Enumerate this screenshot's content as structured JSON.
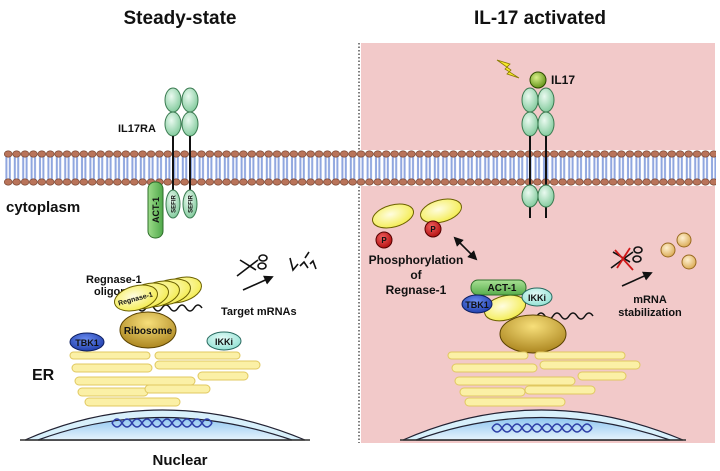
{
  "panels": {
    "left": {
      "title": "Steady-state",
      "receptor_label": "IL17RA",
      "act1_label": "ACT-1",
      "sefir_label": "SEFIR",
      "cytoplasm_label": "cytoplasm",
      "oligomer_label_line1": "Regnase-1",
      "oligomer_label_line2": "oligomer",
      "regnase_label": "Regnase-1",
      "ribosome_label": "Ribosome",
      "target_mrna_label": "Target mRNAs",
      "tbk1_label": "TBK1",
      "ikki_label": "IKKi",
      "er_label": "ER",
      "nuclear_label": "Nuclear"
    },
    "right": {
      "title": "IL-17 activated",
      "ligand_label": "IL17",
      "phospho_marker": "P",
      "phospho_label_line1": "Phosphorylation",
      "phospho_label_line2": "of",
      "phospho_label_line3": "Regnase-1",
      "act1_label": "ACT-1",
      "tbk1_label": "TBK1",
      "ikki_label": "IKKi",
      "stabilization_label_line1": "mRNA",
      "stabilization_label_line2": "stabilization"
    }
  },
  "colors": {
    "activated_background": "#f2c9c9",
    "receptor_green": "#8fd4a6",
    "act1_green": "#6cc060",
    "regnase_yellow": "#f4f05a",
    "ribosome_gold": "#c9a227",
    "tbk1_blue": "#2a4fc9",
    "ikki_teal": "#a9ece2",
    "phospho_red": "#d01818",
    "er_yellow": "#fbf0a6",
    "nucleus_blue": "#b9dcf5",
    "dna_blue": "#2e3fa8",
    "membrane_head": "#b9745a",
    "membrane_tail": "#8fa6df",
    "mrna_dot": "#e8bc6c"
  }
}
